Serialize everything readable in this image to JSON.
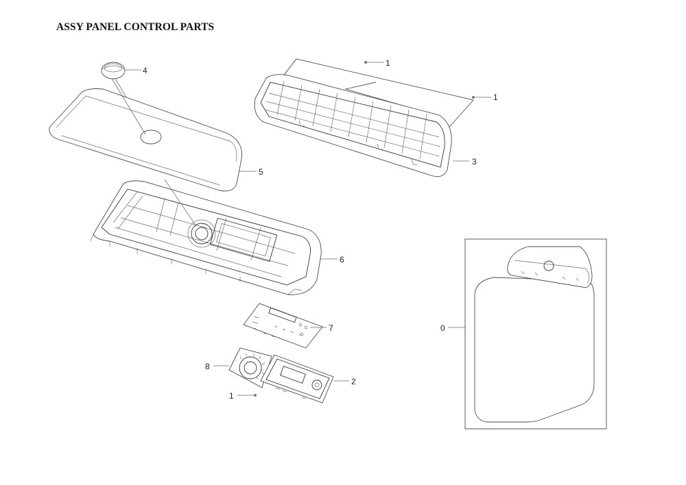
{
  "title": "ASSY PANEL CONTROL PARTS",
  "callouts": {
    "c1a": "1",
    "c1b": "1",
    "c1c": "1",
    "c2": "2",
    "c3": "3",
    "c4": "4",
    "c5": "5",
    "c6": "6",
    "c7": "7",
    "c8": "8",
    "c0": "0"
  }
}
